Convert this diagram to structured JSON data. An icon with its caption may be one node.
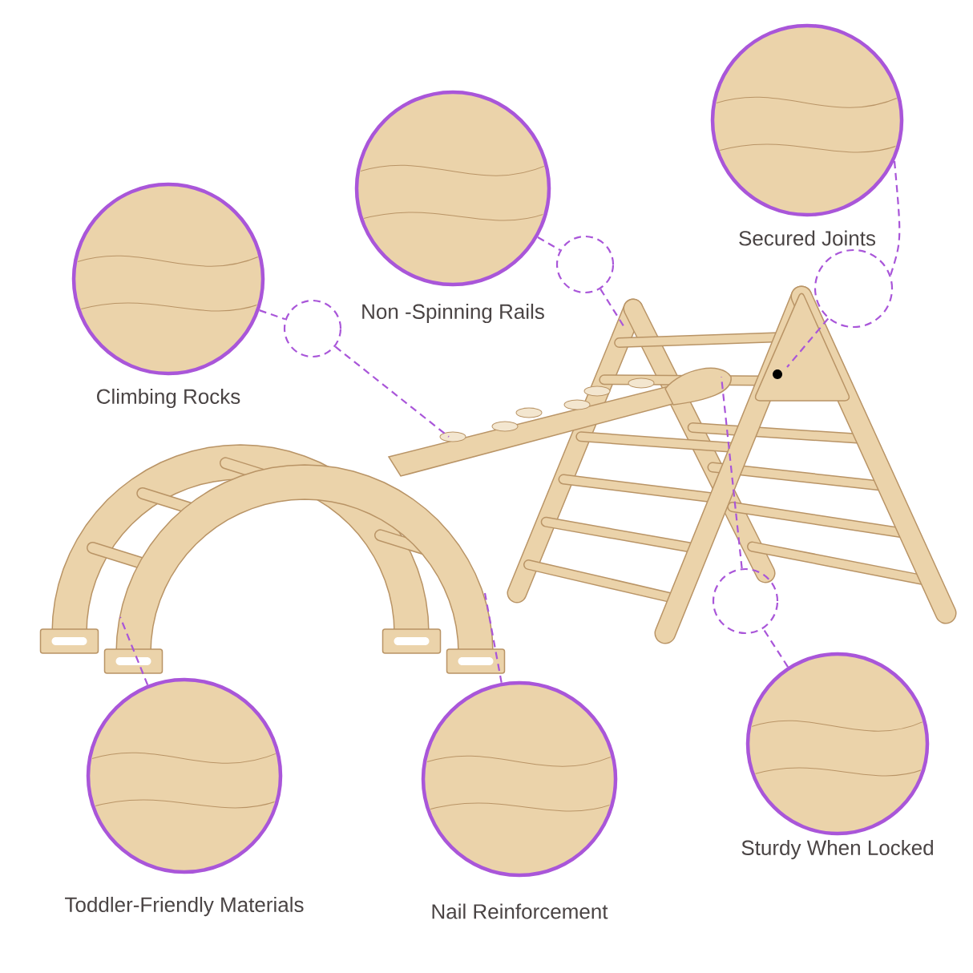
{
  "diagram": {
    "nodes": [
      {
        "text": [
          "Non -Spinning Rails"
        ]
      },
      {
        "text": [
          "Secured Joints"
        ]
      },
      {
        "text": [
          "Climbing Rocks"
        ]
      },
      {
        "text": [
          "Toddler-Friendly Materials"
        ]
      },
      {
        "text": [
          "Nail Reinforcement"
        ]
      },
      {
        "text": [
          "Sturdy When Locked"
        ]
      },
      {
        "text": [],
        "shape": "circle"
      },
      {
        "text": [],
        "shape": "circle"
      },
      {
        "text": [],
        "shape": "circle"
      },
      {
        "text": [],
        "shape": "circle"
      }
    ],
    "edges": [
      {
        "from": 0,
        "to": 6,
        "arrow": "none",
        "style": "dashed"
      },
      {
        "from": 6,
        "to": null,
        "arrow": "none",
        "style": "dashed"
      },
      {
        "from": 1,
        "to": 7,
        "arrow": "none",
        "style": "dashed"
      },
      {
        "from": 7,
        "to": null,
        "arrow": "none",
        "style": "dashed"
      },
      {
        "from": 2,
        "to": 8,
        "arrow": "none",
        "style": "dashed"
      },
      {
        "from": 8,
        "to": null,
        "arrow": "none",
        "style": "dashed"
      },
      {
        "from": 3,
        "to": null,
        "arrow": "none",
        "style": "dashed"
      },
      {
        "from": 4,
        "to": null,
        "arrow": "none",
        "style": "dashed"
      },
      {
        "from": 5,
        "to": 9,
        "arrow": "none",
        "style": "dashed"
      },
      {
        "from": 9,
        "to": null,
        "arrow": "none",
        "style": "dashed"
      }
    ]
  }
}
